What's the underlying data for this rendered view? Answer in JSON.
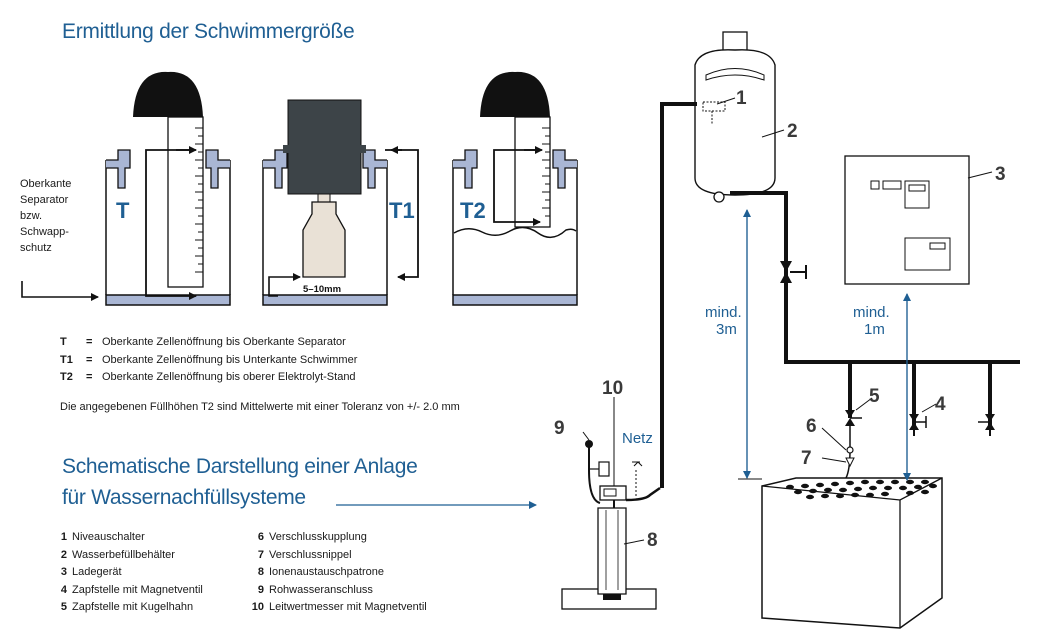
{
  "title1": "Ermittlung der Schwimmergröße",
  "title2_line1": "Schematische Darstellung einer Anlage",
  "title2_line2": "für Wassernachfüllsysteme",
  "side_label": [
    "Oberkante",
    "Separator",
    "bzw.",
    "Schwapp-",
    "schutz"
  ],
  "cell_labels": {
    "t": "T",
    "t1": "T1",
    "t2": "T2"
  },
  "gap_label": "5–10mm",
  "definitions": [
    {
      "key": "T",
      "eq": "=",
      "text": "Oberkante Zellenöffnung bis Oberkante Separator"
    },
    {
      "key": "T1",
      "eq": "=",
      "text": "Oberkante Zellenöffnung bis Unterkante Schwimmer"
    },
    {
      "key": "T2",
      "eq": "=",
      "text": "Oberkante Zellenöffnung bis oberer Elektrolyt-Stand"
    }
  ],
  "tolerance_note": "Die angegebenen Füllhöhen T2 sind Mittelwerte mit einer Toleranz von +/- 2.0 mm",
  "legend": [
    {
      "num": "1",
      "text": "Niveauschalter"
    },
    {
      "num": "2",
      "text": "Wasserbefüllbehälter"
    },
    {
      "num": "3",
      "text": "Ladegerät"
    },
    {
      "num": "4",
      "text": "Zapfstelle mit Magnetventil"
    },
    {
      "num": "5",
      "text": "Zapfstelle mit Kugelhahn"
    },
    {
      "num": "6",
      "text": "Verschlusskupplung"
    },
    {
      "num": "7",
      "text": "Verschlussnippel"
    },
    {
      "num": "8",
      "text": "Ionenaustauschpatrone"
    },
    {
      "num": "9",
      "text": "Rohwasseranschluss"
    },
    {
      "num": "10",
      "text": "Leitwertmesser mit Magnetventil"
    }
  ],
  "callouts": {
    "c1": "1",
    "c2": "2",
    "c3": "3",
    "c4": "4",
    "c5": "5",
    "c6": "6",
    "c7": "7",
    "c8": "8",
    "c9": "9",
    "c10": "10"
  },
  "netz_label": "Netz",
  "dist_left": [
    "mind.",
    "3m"
  ],
  "dist_right": [
    "mind.",
    "1m"
  ],
  "colors": {
    "blue": "#1f5f93",
    "separator": "#a9b6d4",
    "float_body": "#e9e1d6",
    "float_top": "#3d4448",
    "cap": "#111111"
  }
}
